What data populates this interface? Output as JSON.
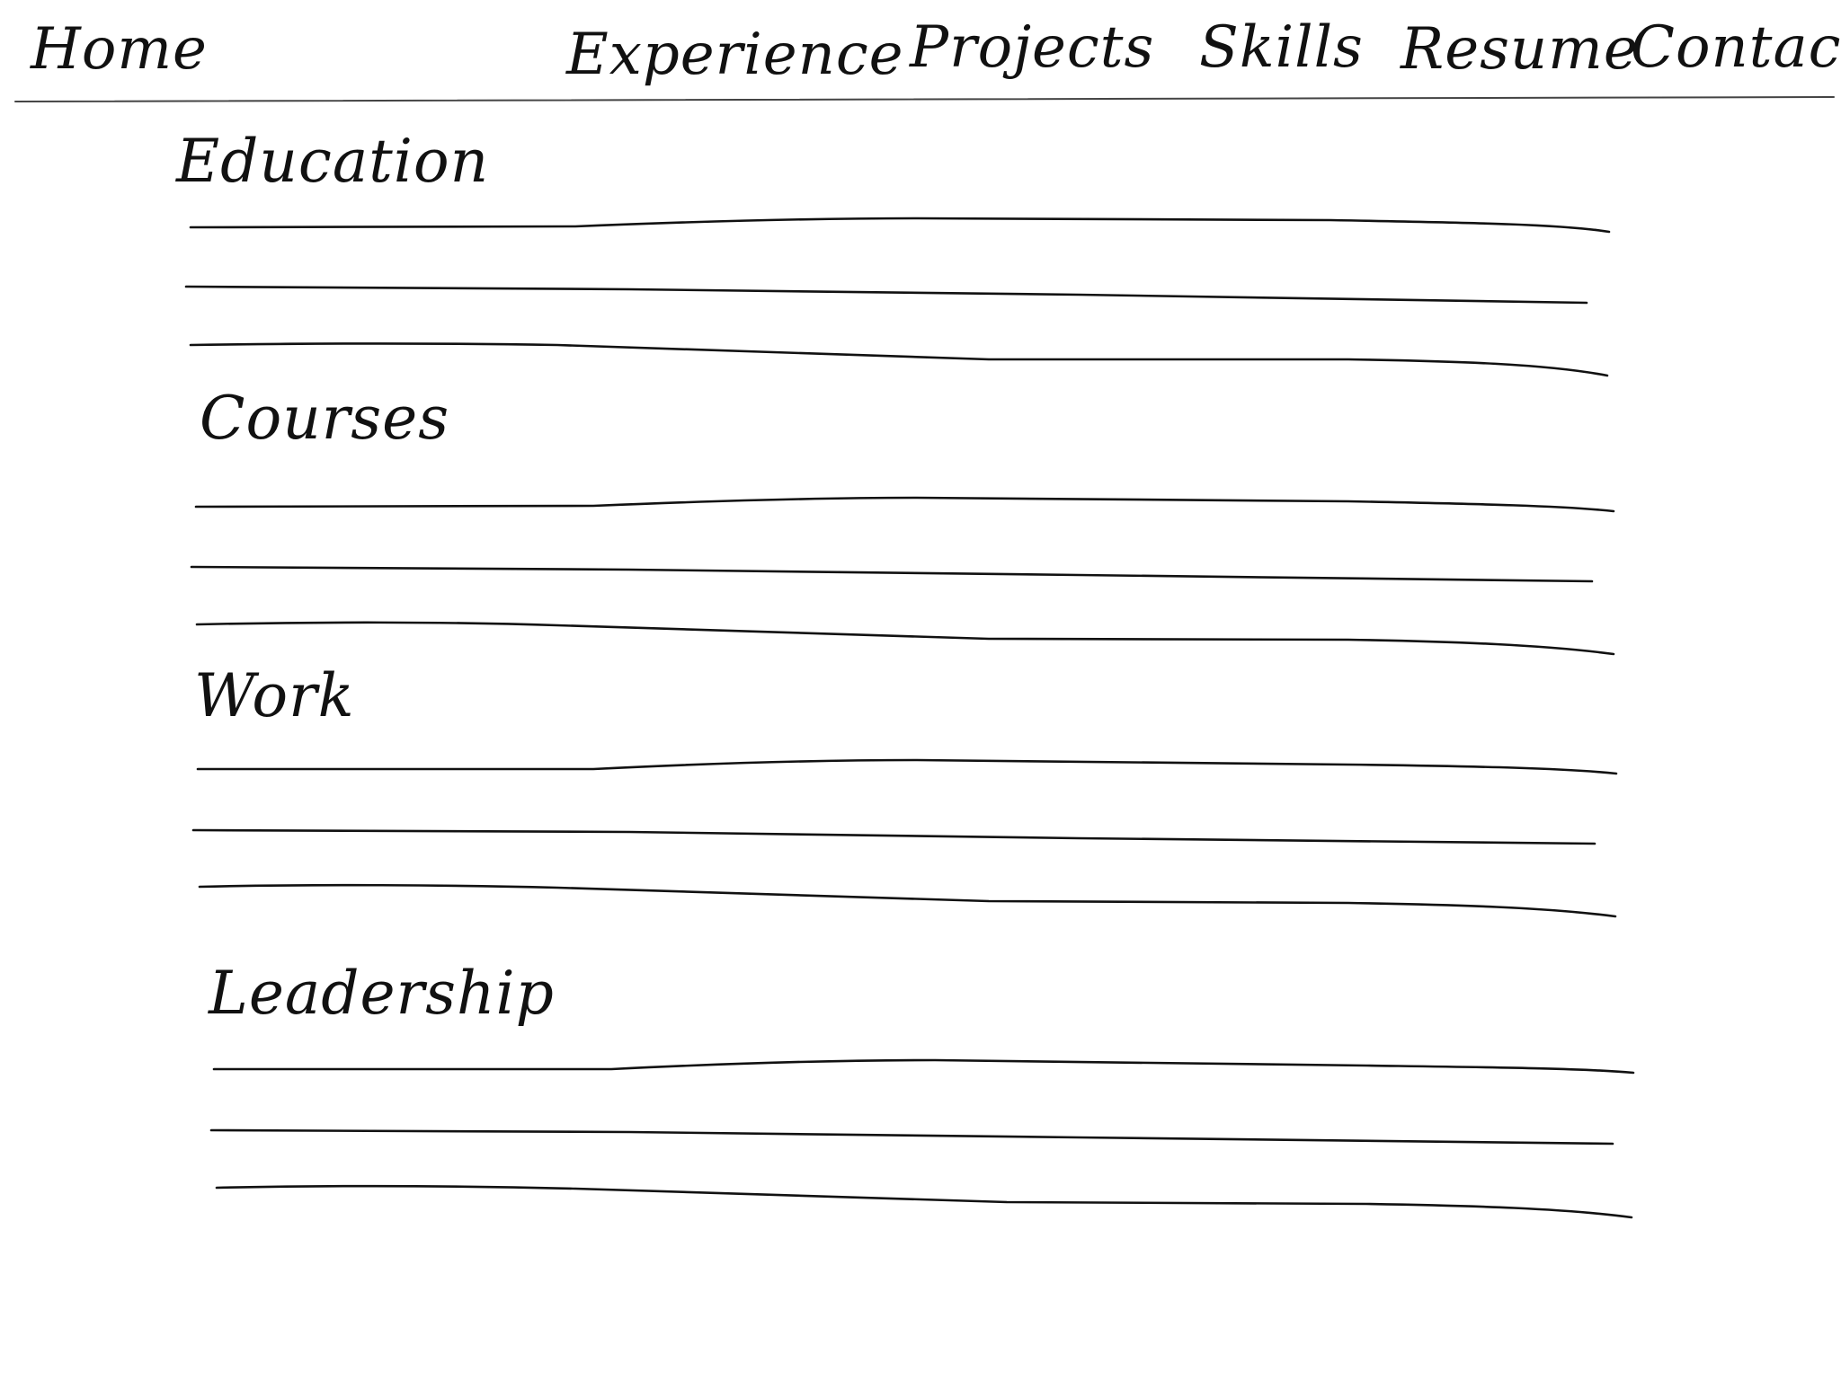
{
  "nav": {
    "home": "Home",
    "items": [
      {
        "label": "Experience"
      },
      {
        "label": "Projects"
      },
      {
        "label": "Skills"
      },
      {
        "label": "Resume"
      },
      {
        "label": "Contact"
      }
    ]
  },
  "sections": [
    {
      "title": "Education"
    },
    {
      "title": "Courses"
    },
    {
      "title": "Work"
    },
    {
      "title": "Leadership"
    }
  ]
}
